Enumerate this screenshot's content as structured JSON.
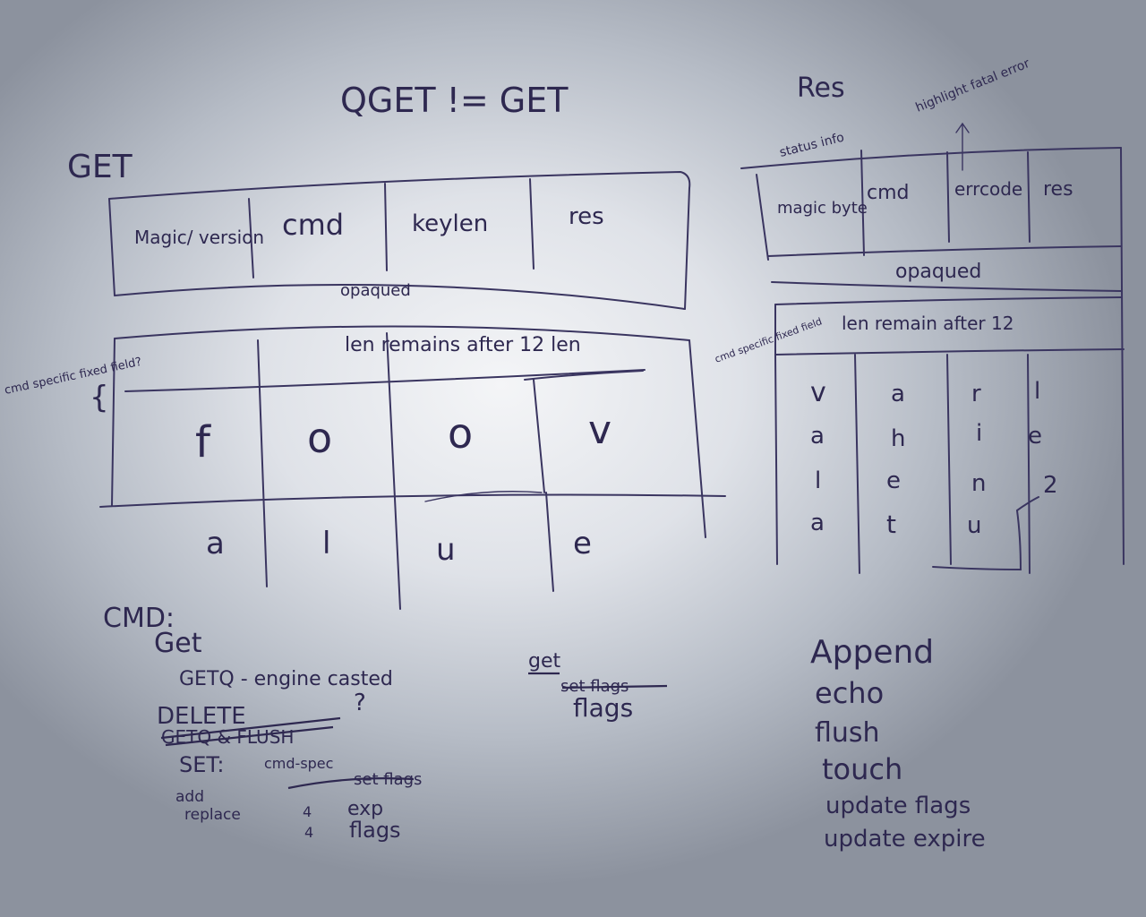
{
  "title": "QGET != GET",
  "get_diagram": {
    "label": "GET",
    "header_cells": [
      "Magic/ version",
      "cmd",
      "keylen",
      "res"
    ],
    "row_opaqued": "opaqued",
    "row_len": "len remains after 12 len",
    "side_note": "cmd specific fixed field?",
    "key_row": [
      "f",
      "o",
      "o",
      "v"
    ],
    "value_row": [
      "a",
      "l",
      "u",
      "e"
    ]
  },
  "res_diagram": {
    "label": "Res",
    "annotation_left": "status info",
    "annotation_right": "highlight fatal error",
    "header_cells": [
      "magic byte",
      "cmd",
      "errcode",
      "res"
    ],
    "row_opaqued": "opaqued",
    "row_len": "len remain after 12",
    "side_note": "cmd specific fixed field",
    "col1": [
      "v",
      "a",
      "l",
      "a"
    ],
    "col2": [
      "a",
      "h",
      "e",
      "t"
    ],
    "col3": [
      "r",
      "i",
      "n",
      "u"
    ],
    "col4": [
      "l",
      "e",
      "2"
    ]
  },
  "cmd_list": {
    "heading": "CMD:",
    "items": [
      "Get",
      "GETQ - engine casted",
      "DELETE",
      "GETQ & FLUSH",
      "SET:",
      "add",
      "replace"
    ],
    "question": "?",
    "cmd_spec": "cmd-spec",
    "struck": "set flags",
    "sub_items": [
      "exp",
      "flags"
    ],
    "sub_markers": [
      "4",
      "4"
    ]
  },
  "middle_note": {
    "top": "get",
    "struck": "set flags",
    "bottom": "flags"
  },
  "right_list": {
    "items": [
      "Append",
      "echo",
      "flush",
      "touch",
      "update flags",
      "update expire"
    ]
  }
}
